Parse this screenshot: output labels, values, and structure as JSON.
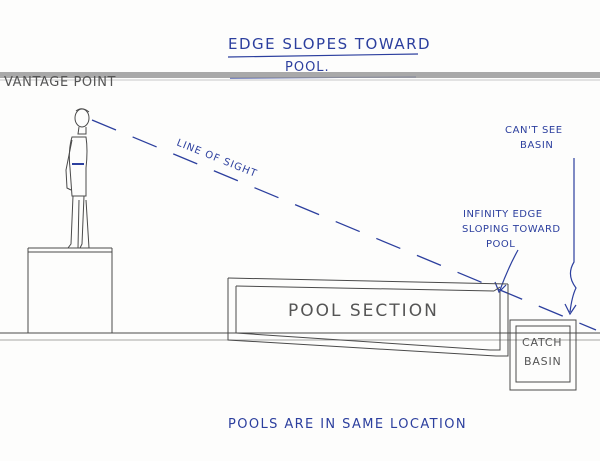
{
  "title": {
    "line1": "EDGE SLOPES TOWARD",
    "line2": "POOL."
  },
  "labels": {
    "vantage_point": "VANTAGE POINT",
    "line_of_sight": "LINE OF SIGHT",
    "cant_see_line1": "CAN'T SEE",
    "cant_see_line2": "BASIN",
    "infinity_line1": "INFINITY EDGE",
    "infinity_line2": "SLOPING TOWARD",
    "infinity_line3": "POOL",
    "pool_section": "POOL SECTION",
    "catch_basin_line1": "CATCH",
    "catch_basin_line2": "BASIN",
    "footer": "POOLS ARE IN SAME LOCATION"
  },
  "colors": {
    "ink": "#2c3f9e",
    "pencil": "#4a4a4a",
    "band": "#9a9a9a"
  }
}
